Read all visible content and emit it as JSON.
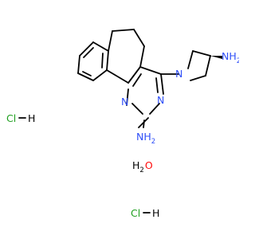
{
  "molecule": {
    "atoms": {
      "n_ring_top": "N",
      "n_ring_bottom": "N",
      "n_pyrrolidine": "N",
      "amine_right": "NH",
      "amine_right_sub": "2",
      "amine_bottom": "NH",
      "amine_bottom_sub": "2"
    },
    "salts": {
      "hcl_1_cl": "Cl",
      "hcl_1_h": "H",
      "hcl_2_cl": "Cl",
      "hcl_2_h": "H",
      "water_h": "H",
      "water_sub": "2",
      "water_o": "O"
    },
    "colors": {
      "bond": "#000000",
      "nitrogen": "#3050F8",
      "oxygen": "#FF0D0D",
      "chlorine": "#1F9F1F"
    }
  }
}
